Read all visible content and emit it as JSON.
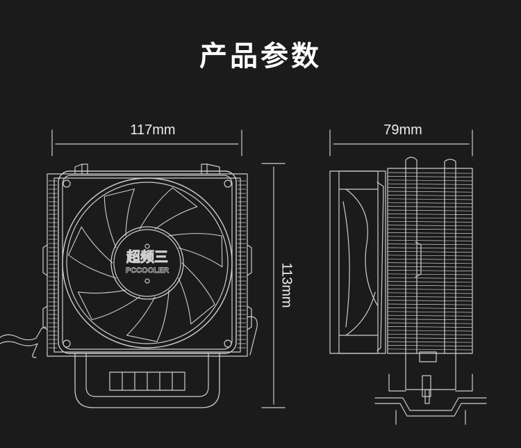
{
  "title": "产品参数",
  "dimensions": {
    "width_front": "117mm",
    "width_side": "79mm",
    "height": "113mm"
  },
  "logo": {
    "chinese": "超频三",
    "latin": "PCCOOLER"
  },
  "colors": {
    "background": "#1b1b1b",
    "line": "#cfcfcf",
    "text": "#ffffff"
  }
}
